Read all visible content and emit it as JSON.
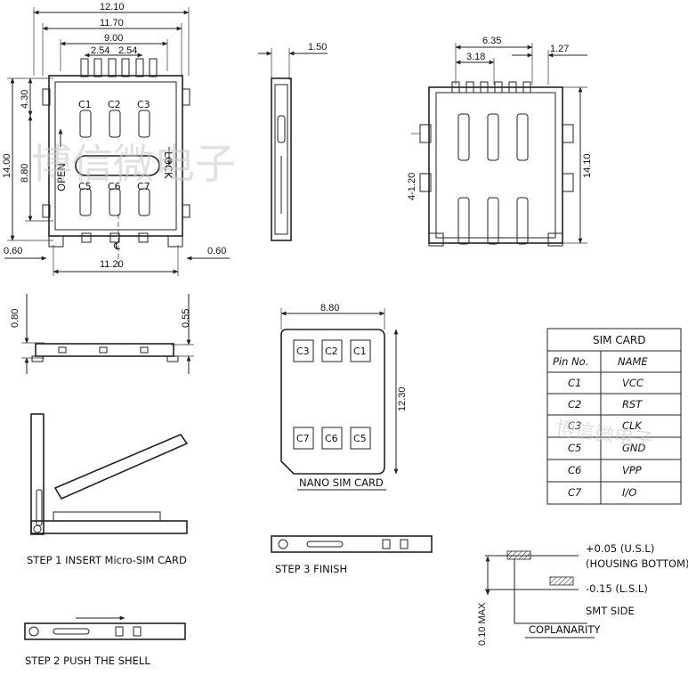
{
  "top_view": {
    "dim_overall_width": "12.10",
    "dim_inner_width": "11.70",
    "dim_pin_span": "9.00",
    "dim_pitch_a": "2.54",
    "dim_pitch_b": "2.54",
    "dim_overall_height": "14.00",
    "dim_pin_offset": "4.30",
    "dim_mid_height": "8.80",
    "dim_left_margin": "0.60",
    "dim_right_margin": "0.60",
    "dim_base_width": "11.20",
    "pins_top": [
      "C1",
      "C2",
      "C3"
    ],
    "pins_bottom": [
      "C5",
      "C6",
      "C7"
    ],
    "label_open": "OPEN",
    "label_lock": "LOCK",
    "centerline": "℄"
  },
  "side_view": {
    "dim_thickness": "1.50"
  },
  "bottom_view": {
    "dim_span": "6.35",
    "dim_half": "3.18",
    "dim_pitch": "1.27",
    "dim_height": "14.10",
    "dim_holes": "4-1.20"
  },
  "front_view": {
    "dim_left": "0.80",
    "dim_right": "0.55"
  },
  "nano_card": {
    "dim_width": "8.80",
    "dim_height": "12.30",
    "pins_top": [
      "C3",
      "C2",
      "C1"
    ],
    "pins_bottom": [
      "C7",
      "C6",
      "C5"
    ],
    "caption": "NANO SIM CARD"
  },
  "sim_table": {
    "title": "SIM CARD",
    "col_pin": "Pin No.",
    "col_name": "NAME",
    "rows": [
      {
        "pin": "C1",
        "name": "VCC"
      },
      {
        "pin": "C2",
        "name": "RST"
      },
      {
        "pin": "C3",
        "name": "CLK"
      },
      {
        "pin": "C5",
        "name": "GND"
      },
      {
        "pin": "C6",
        "name": "VPP"
      },
      {
        "pin": "C7",
        "name": "I/O"
      }
    ]
  },
  "steps": {
    "step1": "STEP 1 INSERT Micro-SIM CARD",
    "step2": "STEP 2  PUSH THE SHELL",
    "step3": "STEP 3  FINISH"
  },
  "coplanarity": {
    "usl": "+0.05 (U.S.L)",
    "housing": "(HOUSING BOTTOM)",
    "lsl": "-0.15 (L.S.L)",
    "smt": "SMT SIDE",
    "title": "COPLANARITY",
    "max": "0.10 MAX"
  },
  "watermark": {
    "text": "博信微电子",
    "table_text": "博信微电子"
  },
  "colors": {
    "line": "#222222",
    "watermark": "#c8c8c8"
  }
}
